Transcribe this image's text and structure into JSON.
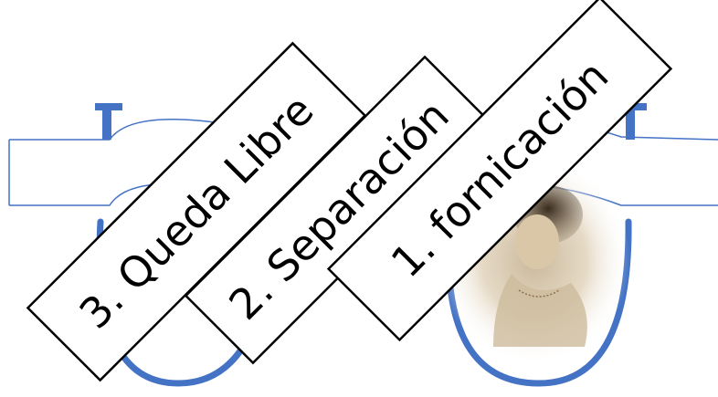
{
  "banners": [
    {
      "label": "1. fornicación"
    },
    {
      "label": "2. Separación"
    },
    {
      "label": "3. Queda Libre"
    }
  ],
  "colors": {
    "line": "#4472c4",
    "tube": "#4472c4",
    "banner_fill": "#ffffff",
    "banner_stroke": "#000000",
    "text": "#000000"
  },
  "decorations": {
    "portrait": "vintage-woman-portrait-image"
  }
}
